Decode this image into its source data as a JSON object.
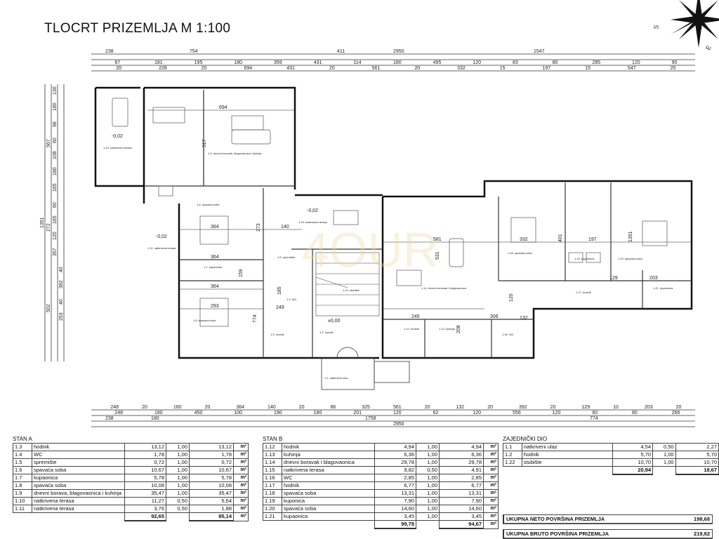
{
  "title": "TLOCRT PRIZEMLJA M 1:100",
  "compass": {
    "labels": [
      "S",
      "E"
    ]
  },
  "dimensions": {
    "top_row1": [
      "238",
      "754",
      "411",
      "2950",
      "1547"
    ],
    "top_row2": [
      "87",
      "181",
      "195",
      "180",
      "359",
      "431",
      "114",
      "180",
      "495",
      "120",
      "83",
      "80",
      "285",
      "120",
      "90"
    ],
    "top_row3": [
      "20",
      "228",
      "20",
      "694",
      "431",
      "20",
      "561",
      "20",
      "332",
      "15",
      "197",
      "15",
      "547",
      "20"
    ],
    "bottom_row1": [
      "248",
      "20",
      "160",
      "20",
      "364",
      "140",
      "20",
      "86",
      "325",
      "561",
      "20",
      "132",
      "20",
      "392",
      "20",
      "129",
      "10",
      "203",
      "20"
    ],
    "bottom_row2": [
      "248",
      "180",
      "450",
      "100",
      "190",
      "180",
      "201",
      "120",
      "62",
      "120",
      "556",
      "120",
      "60",
      "80",
      "266"
    ],
    "bottom_row3": [
      "238",
      "180",
      "1758",
      "774"
    ],
    "bottom_row4": [
      "2950"
    ],
    "left": [
      "1351",
      "567",
      "272",
      "502",
      "130",
      "180",
      "98",
      "60",
      "108",
      "180",
      "165",
      "60",
      "165",
      "120",
      "357",
      "40",
      "382",
      "40",
      "253"
    ],
    "interior": [
      "694",
      "517",
      "364",
      "273",
      "140",
      "364",
      "159",
      "364",
      "293",
      "774",
      "581",
      "531",
      "332",
      "401",
      "197",
      "1351",
      "129",
      "203",
      "245",
      "306",
      "249",
      "185",
      "120",
      "132",
      "208"
    ]
  },
  "rooms": [
    {
      "label": "1.10. natkrivena terasa",
      "level": "-0,02"
    },
    {
      "label": "1.9. dnevni boravak, blagovaonica i kuhinja"
    },
    {
      "label": "1.6. spavaća soba"
    },
    {
      "label": "1.11. natkrivena terasa",
      "level": "-0,02"
    },
    {
      "label": "1.7. kupaonica"
    },
    {
      "label": "1.8. spavaća soba"
    },
    {
      "label": "1.3. hodnik"
    },
    {
      "label": "1.4. WC"
    },
    {
      "label": "1.5. spremište"
    },
    {
      "label": "1.15. natkrivena terasa",
      "level": "-0,02"
    },
    {
      "label": "1.22. stubište"
    },
    {
      "label": "1.2. hodnik",
      "level": "±0,00"
    },
    {
      "label": "1.1. natkriveni ulaz"
    },
    {
      "label": "1.14. dnevni boravak i blagovaonica"
    },
    {
      "label": "1.12. hodnik"
    },
    {
      "label": "1.13. kuhinja"
    },
    {
      "label": "1.16. WC"
    },
    {
      "label": "1.18. spavaća soba"
    },
    {
      "label": "1.19. kupaonica"
    },
    {
      "label": "1.17. hodnik"
    },
    {
      "label": "1.20. spavaća soba"
    },
    {
      "label": "1.21. kupaonica"
    }
  ],
  "tables": {
    "stan_a": {
      "title": "STAN A",
      "rows": [
        {
          "id": "1.3",
          "name": "hodnik",
          "area": "13,12",
          "coef": "1,00",
          "net": "13,12",
          "unit": "m²"
        },
        {
          "id": "1.4",
          "name": "WC",
          "area": "1,78",
          "coef": "1,00",
          "net": "1,78",
          "unit": "m²"
        },
        {
          "id": "1.5",
          "name": "spremište",
          "area": "0,72",
          "coef": "1,00",
          "net": "0,72",
          "unit": "m²"
        },
        {
          "id": "1.6",
          "name": "spavaća soba",
          "area": "10,67",
          "coef": "1,00",
          "net": "10,67",
          "unit": "m²"
        },
        {
          "id": "1.7",
          "name": "kupaonica",
          "area": "5,78",
          "coef": "1,00",
          "net": "5,78",
          "unit": "m²"
        },
        {
          "id": "1.8",
          "name": "spavaća soba",
          "area": "10,08",
          "coef": "1,00",
          "net": "10,08",
          "unit": "m²"
        },
        {
          "id": "1.9",
          "name": "dnevni borava, blagovaonica i kuhinja",
          "area": "35,47",
          "coef": "1,00",
          "net": "35,47",
          "unit": "m²"
        },
        {
          "id": "1.10",
          "name": "natkrivena terasa",
          "area": "11,27",
          "coef": "0,50",
          "net": "5,64",
          "unit": "m²"
        },
        {
          "id": "1.11",
          "name": "natkrivena terasa",
          "area": "3,76",
          "coef": "0,50",
          "net": "1,88",
          "unit": "m²"
        }
      ],
      "total_area": "92,65",
      "total_net": "85,14",
      "total_unit": "m²"
    },
    "stan_b": {
      "title": "STAN B",
      "rows": [
        {
          "id": "1.12",
          "name": "hodnik",
          "area": "4,94",
          "coef": "1,00",
          "net": "4,94",
          "unit": "m²"
        },
        {
          "id": "1.13",
          "name": "kuhinja",
          "area": "6,36",
          "coef": "1,00",
          "net": "6,36",
          "unit": "m²"
        },
        {
          "id": "1.14",
          "name": "dnevni boravak i blagovaonica",
          "area": "29,78",
          "coef": "1,00",
          "net": "29,78",
          "unit": "m²"
        },
        {
          "id": "1.15",
          "name": "natkrivena terasa",
          "area": "9,82",
          "coef": "0,50",
          "net": "4,91",
          "unit": "m²"
        },
        {
          "id": "1.16",
          "name": "WC",
          "area": "2,85",
          "coef": "1,00",
          "net": "2,85",
          "unit": "m²"
        },
        {
          "id": "1.17",
          "name": "hodnik",
          "area": "6,77",
          "coef": "1,00",
          "net": "6,77",
          "unit": "m²"
        },
        {
          "id": "1.18",
          "name": "spavaća soba",
          "area": "13,31",
          "coef": "1,00",
          "net": "13,31",
          "unit": "m²"
        },
        {
          "id": "1.19",
          "name": "kuponica",
          "area": "7,90",
          "coef": "1,00",
          "net": "7,90",
          "unit": "m²"
        },
        {
          "id": "1.20",
          "name": "spavaća soba",
          "area": "14,60",
          "coef": "1,00",
          "net": "14,60",
          "unit": "m²"
        },
        {
          "id": "1.21",
          "name": "kupaonica",
          "area": "3,45",
          "coef": "1,00",
          "net": "3,45",
          "unit": "m²"
        }
      ],
      "total_area": "99,78",
      "total_net": "94,67",
      "total_unit": "m²"
    },
    "zajednicki": {
      "title": "ZAJEDNIČKI DIO",
      "rows": [
        {
          "id": "1.1",
          "name": "natkriveni ulaz",
          "area": "4,54",
          "coef": "0,50",
          "net": "2,27"
        },
        {
          "id": "1.2",
          "name": "hodnik",
          "area": "5,70",
          "coef": "1,00",
          "net": "5,70"
        },
        {
          "id": "1.22",
          "name": "stubište",
          "area": "10,70",
          "coef": "1,00",
          "net": "10,70"
        }
      ],
      "total_area": "20,94",
      "total_net": "18,67"
    },
    "ukupno_neto": {
      "label": "UKUPNA NETO POVRŠINA PRIZEMLJA",
      "value": "198,68"
    },
    "ukupno_bruto": {
      "label": "UKUPNA BRUTO POVRŠINA PRIZEMLJA",
      "value": "219,82"
    }
  }
}
